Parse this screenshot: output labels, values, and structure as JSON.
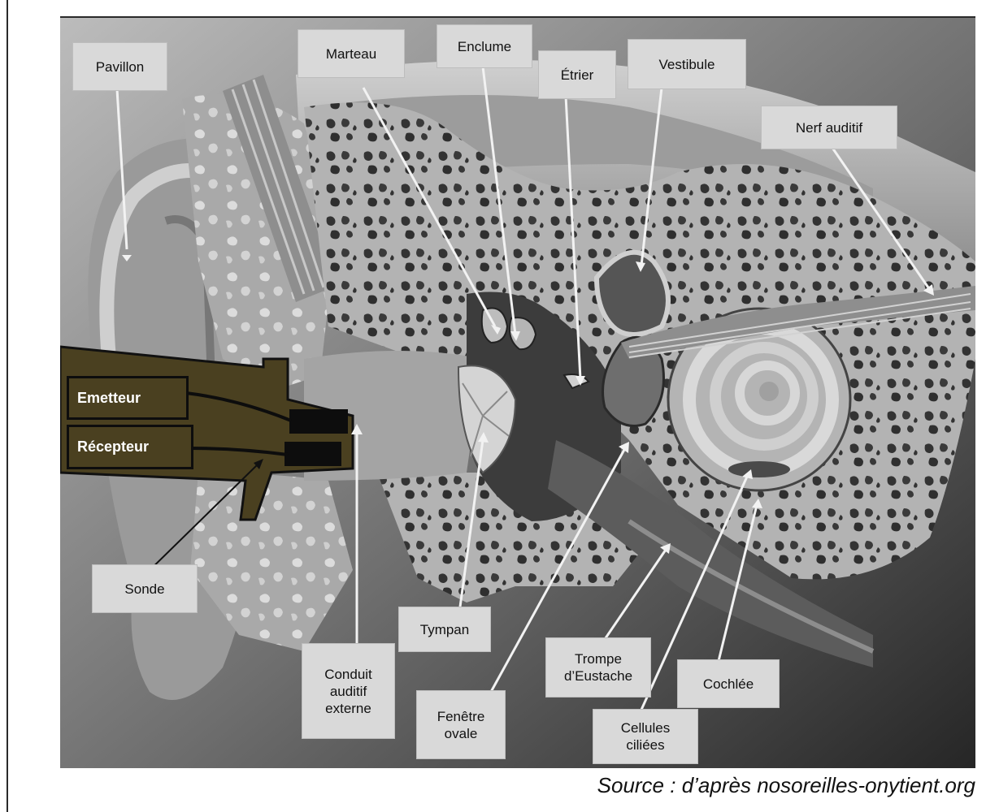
{
  "labels": {
    "pavillon": "Pavillon",
    "marteau": "Marteau",
    "enclume": "Enclume",
    "etrier": "Étrier",
    "vestibule": "Vestibule",
    "nerf_auditif": "Nerf auditif",
    "emetteur": "Emetteur",
    "recepteur": "Récepteur",
    "sonde": "Sonde",
    "tympan": "Tympan",
    "conduit_line1": "Conduit",
    "conduit_line2": "auditif",
    "conduit_line3": "externe",
    "fenetre_line1": "Fenêtre",
    "fenetre_line2": "ovale",
    "trompe_line1": "Trompe",
    "trompe_line2": "d’Eustache",
    "cellules_line1": "Cellules",
    "cellules_line2": "ciliées",
    "cochlee": "Cochlée"
  },
  "source": "Source : d’après nosoreilles-onytient.org",
  "colors": {
    "probe": "#4a4020",
    "label_bg": "#d9d9d9",
    "background_dark": "#2b2b2b"
  }
}
